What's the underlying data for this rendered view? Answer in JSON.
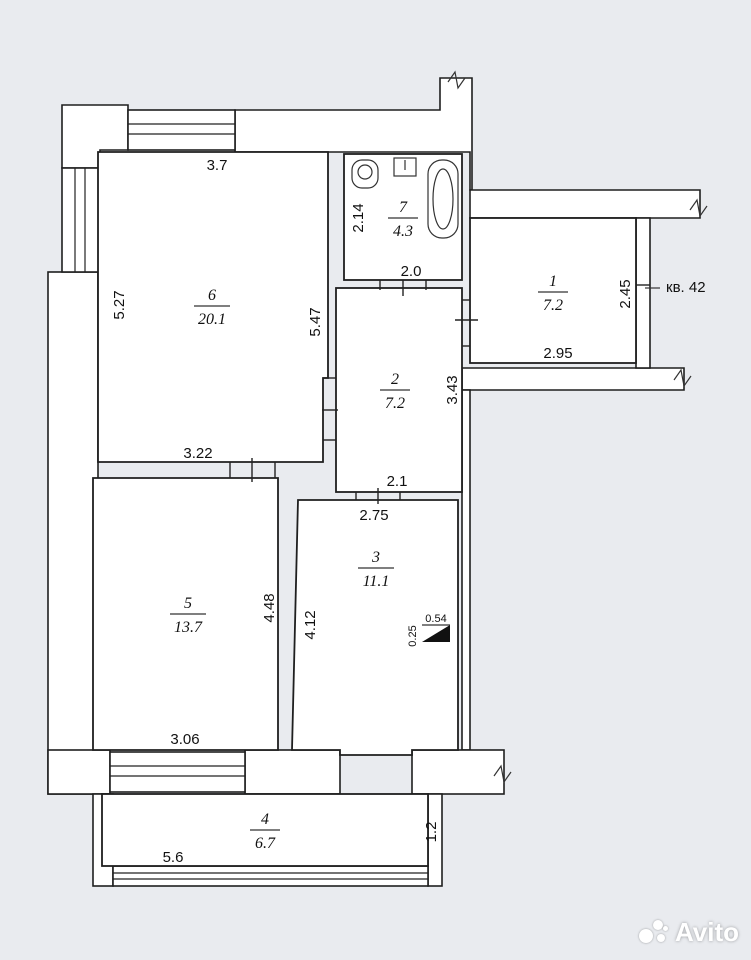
{
  "rooms": [
    {
      "number": "1",
      "area": "7.2"
    },
    {
      "number": "2",
      "area": "7.2"
    },
    {
      "number": "3",
      "area": "11.1"
    },
    {
      "number": "4",
      "area": "6.7"
    },
    {
      "number": "5",
      "area": "13.7"
    },
    {
      "number": "6",
      "area": "20.1"
    },
    {
      "number": "7",
      "area": "4.3"
    }
  ],
  "dimensions": {
    "room6_width": "3.7",
    "room6_height": "5.27",
    "room6_right": "5.47",
    "room6_bottom": "3.22",
    "room7_height": "2.14",
    "room7_bottom": "2.0",
    "room1_height": "2.45",
    "room1_width": "2.95",
    "room2_height": "3.43",
    "room2_bottom": "2.1",
    "room3_top": "2.75",
    "room3_left": "4.12",
    "room5_right": "4.48",
    "room5_bottom": "3.06",
    "room4_width": "5.6",
    "room4_depth": "1.2",
    "closet_a": "0.25",
    "closet_b": "0.54"
  },
  "neighbor_label": "кв. 42",
  "watermark": {
    "text": "Avito"
  }
}
